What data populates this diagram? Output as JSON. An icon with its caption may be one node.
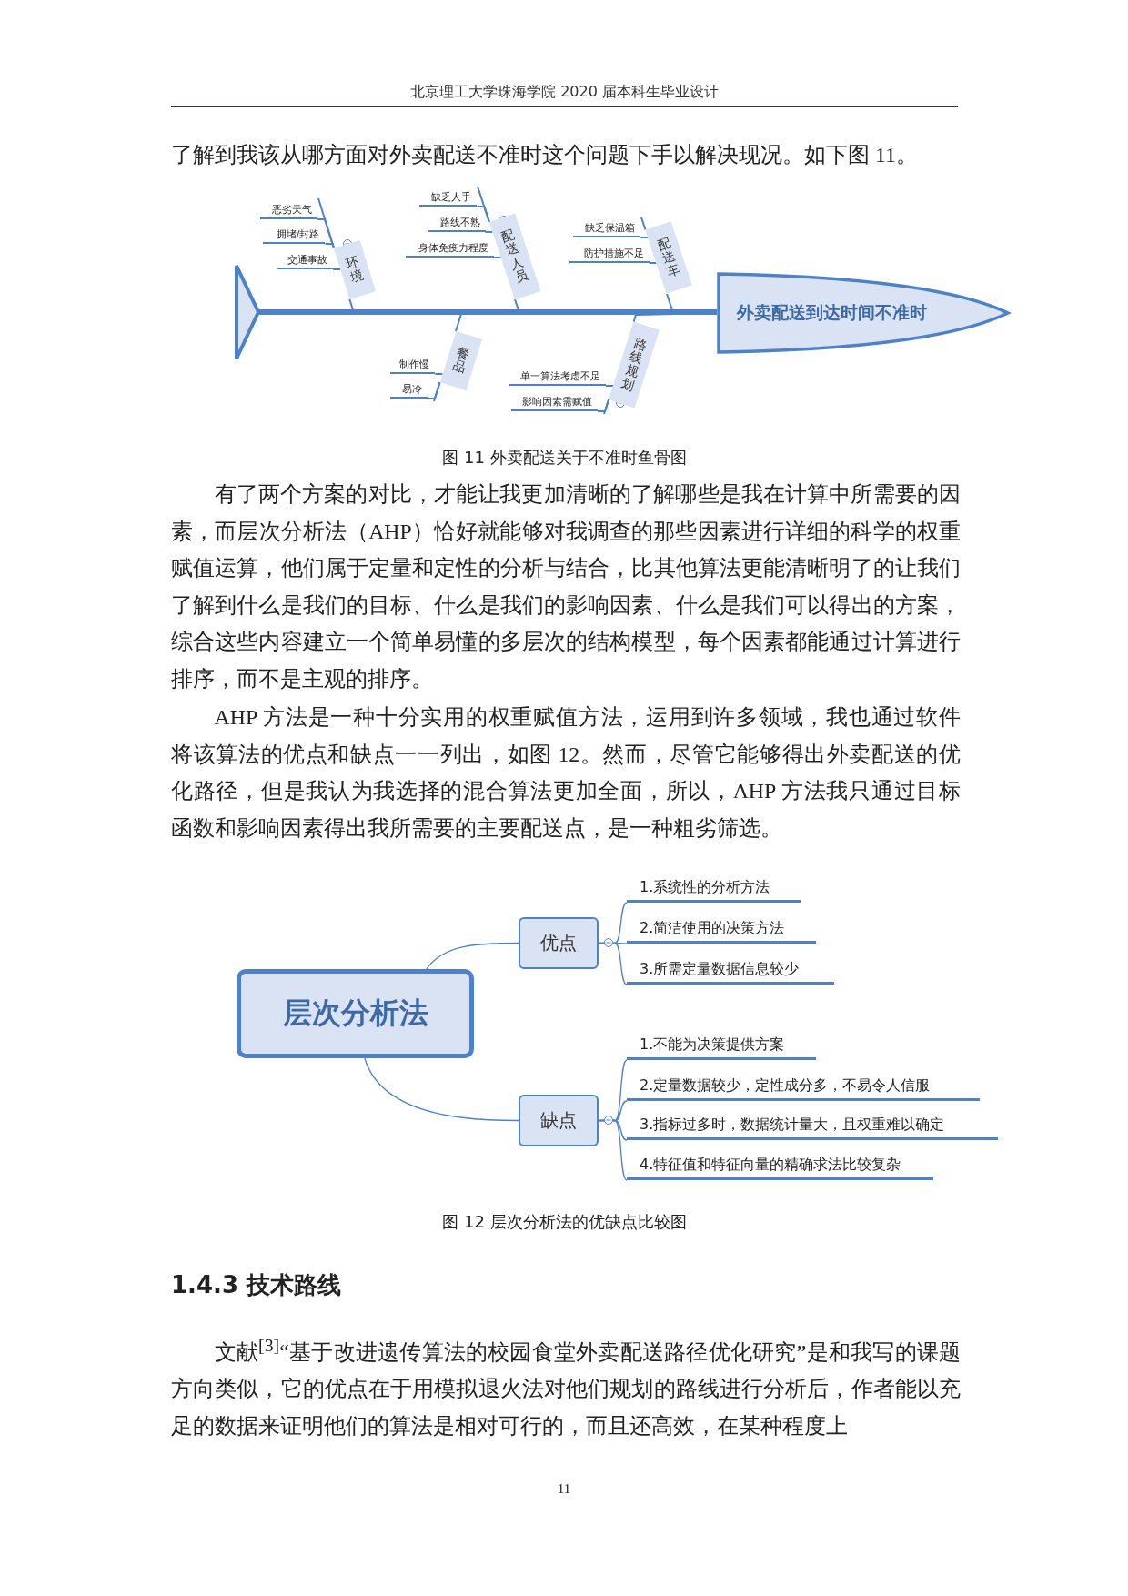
{
  "diagram": {
    "nodes": [
      {
        "text": [],
        "shape": "triangle"
      },
      {
        "text": [
          "恶劣天气"
        ]
      },
      {
        "text": [
          "拥堵/封路"
        ]
      },
      {
        "text": [
          "交通事故"
        ]
      },
      {
        "text": [
          "环境"
        ]
      },
      {
        "text": [
          "缺乏人手"
        ]
      },
      {
        "text": [
          "路线不熟"
        ]
      },
      {
        "text": [
          "身体免疫力程度"
        ]
      },
      {
        "text": [
          "配送人员"
        ]
      },
      {
        "text": [
          "缺乏保温箱"
        ]
      },
      {
        "text": [
          "防护措施不足"
        ]
      },
      {
        "text": [
          "配送车"
        ]
      },
      {
        "text": [
          "外卖配送到达时间不准时"
        ]
      },
      {
        "text": [
          "餐品"
        ]
      },
      {
        "text": [
          "制作慢"
        ]
      },
      {
        "text": [
          "易冷"
        ]
      },
      {
        "text": [
          "路线规划"
        ]
      },
      {
        "text": [
          "单一算法考虑不足"
        ]
      },
      {
        "text": [
          "影响因素需赋值"
        ]
      },
      {
        "text": [
          "层次分析法"
        ]
      },
      {
        "text": [
          "优点"
        ]
      },
      {
        "text": [
          "1.系统性的分析方法"
        ]
      },
      {
        "text": [
          "2.简洁使用的决策方法"
        ]
      },
      {
        "text": [
          "3.所需定量数据信息较少"
        ]
      },
      {
        "text": [
          "缺点"
        ]
      },
      {
        "text": [
          "1.不能为决策提供方案"
        ]
      },
      {
        "text": [
          "2.定量数据较少，定性成分多，不易令人信服"
        ]
      },
      {
        "text": [
          "3.指标过多时，数据统计量大，且权重难以确定"
        ]
      },
      {
        "text": [
          "4.特征值和特征向量的精确求法比较复杂"
        ]
      }
    ],
    "edges": [
      {
        "from": 0,
        "to": 12,
        "arrow": "none",
        "style": "thick"
      },
      {
        "from": 1,
        "to": 4,
        "arrow": "none"
      },
      {
        "from": 2,
        "to": 4,
        "arrow": "none"
      },
      {
        "from": 3,
        "to": 4,
        "arrow": "none"
      },
      {
        "from": 4,
        "to": 12,
        "arrow": "none"
      },
      {
        "from": 5,
        "to": 8,
        "arrow": "none"
      },
      {
        "from": 6,
        "to": 8,
        "arrow": "none"
      },
      {
        "from": 7,
        "to": 8,
        "arrow": "none"
      },
      {
        "from": 8,
        "to": 12,
        "arrow": "none"
      },
      {
        "from": 9,
        "to": 11,
        "arrow": "none"
      },
      {
        "from": 10,
        "to": 11,
        "arrow": "none"
      },
      {
        "from": 11,
        "to": 12,
        "arrow": "none"
      },
      {
        "from": 14,
        "to": 13,
        "arrow": "none"
      },
      {
        "from": 15,
        "to": 13,
        "arrow": "none"
      },
      {
        "from": 13,
        "to": 12,
        "arrow": "none"
      },
      {
        "from": 17,
        "to": 16,
        "arrow": "none"
      },
      {
        "from": 18,
        "to": 16,
        "arrow": "none"
      },
      {
        "from": 16,
        "to": 12,
        "arrow": "none"
      },
      {
        "from": 19,
        "to": 20,
        "arrow": "none"
      },
      {
        "from": 20,
        "to": 21,
        "arrow": "none"
      },
      {
        "from": 20,
        "to": 22,
        "arrow": "none"
      },
      {
        "from": 20,
        "to": 23,
        "arrow": "none"
      },
      {
        "from": 19,
        "to": 24,
        "arrow": "none"
      },
      {
        "from": 24,
        "to": 25,
        "arrow": "none"
      },
      {
        "from": 24,
        "to": 26,
        "arrow": "none"
      },
      {
        "from": 24,
        "to": 27,
        "arrow": "none"
      },
      {
        "from": 24,
        "to": 28,
        "arrow": "none"
      }
    ],
    "labels": [
      "北京理工大学珠海学院 2020 届本科生毕业设计",
      "了解到我该从哪方面对外卖配送不准时这个问题下手以解决现况。如下图 11。",
      "图 11 外卖配送关于不准时鱼骨图",
      "有了两个方案的对比，才能让我更加清晰的了解哪些是我在计算中所需要的因素，而层次分析法（AHP）恰好就能够对我调查的那些因素进行详细的科学的权重赋值运算，他们属于定量和定性的分析与结合，比其他算法更能清晰明了的让我们了解到什么是我们的目标、什么是我们的影响因素、什么是我们可以得出的方案，综合这些内容建立一个简单易懂的多层次的结构模型，每个因素都能通过计算进行排序，而不是主观的排序。",
      "AHP 方法是一种十分实用的权重赋值方法，运用到许多领域，我也通过软件将该算法的优点和缺点一一列出，如图 12。然而，尽管它能够得出外卖配送的优化路径，但是我认为我选择的混合算法更加全面，所以，AHP 方法我只通过目标函数和影响因素得出我所需要的主要配送点，是一种粗劣筛选。",
      "图 12 层次分析法的优缺点比较图",
      "1.4.3 技术路线",
      "文献$^{[3]}$“基于改进遗传算法的校园食堂外卖配送路径优化研究”是和我写的课题方向类似，它的优点在于用模拟退火法对他们规划的路线进行分析后，作者能以充足的数据来证明他们的算法是相对可行的，而且还高效，在某种程度上",
      "11"
    ]
  }
}
